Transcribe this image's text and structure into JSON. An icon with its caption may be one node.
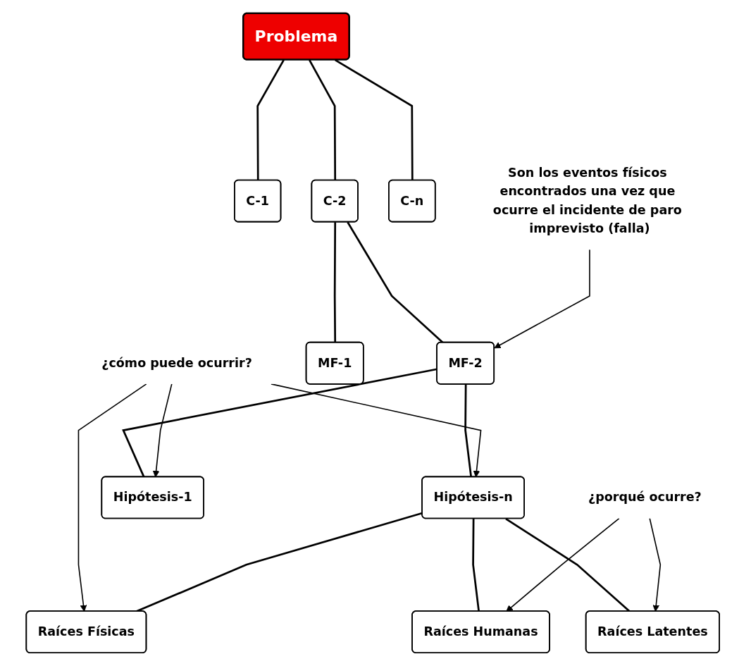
{
  "diagram": {
    "nodes": [
      {
        "text": [
          "Problema"
        ]
      },
      {
        "text": [
          "C-1"
        ]
      },
      {
        "text": [
          "C-2"
        ]
      },
      {
        "text": [
          "C-n"
        ]
      },
      {
        "text": [
          "MF-1"
        ]
      },
      {
        "text": [
          "MF-2"
        ]
      },
      {
        "text": [
          "Son los eventos físicos encontrados una vez que ocurre el incidente de paro imprevisto (falla)"
        ]
      },
      {
        "text": [
          "Hipótesis-1"
        ]
      },
      {
        "text": [
          "Hipótesis-n"
        ]
      },
      {
        "text": [
          "¿cómo puede ocurrir?"
        ]
      },
      {
        "text": [
          "Raíces Físicas"
        ]
      },
      {
        "text": [
          "¿porqué ocurre?"
        ]
      },
      {
        "text": [
          "Raíces Humanas"
        ]
      },
      {
        "text": [
          "Raíces Latentes"
        ]
      }
    ],
    "edges": [
      {
        "from": 0,
        "to": 1,
        "arrow": "none"
      },
      {
        "from": 0,
        "to": 2,
        "arrow": "none"
      },
      {
        "from": 0,
        "to": 3,
        "arrow": "none"
      },
      {
        "from": 2,
        "to": 4,
        "arrow": "none"
      },
      {
        "from": 2,
        "to": 5,
        "arrow": "none"
      },
      {
        "from": 6,
        "to": 5,
        "arrow": "to"
      },
      {
        "from": 5,
        "to": 7,
        "arrow": "none"
      },
      {
        "from": 5,
        "to": 8,
        "arrow": "none"
      },
      {
        "from": 9,
        "to": 7,
        "arrow": "to"
      },
      {
        "from": 9,
        "to": 8,
        "arrow": "to"
      },
      {
        "from": 9,
        "to": 10,
        "arrow": "to"
      },
      {
        "from": 8,
        "to": 10,
        "arrow": "none"
      },
      {
        "from": 8,
        "to": 12,
        "arrow": "none"
      },
      {
        "from": 8,
        "to": 13,
        "arrow": "none"
      },
      {
        "from": 11,
        "to": 12,
        "arrow": "to"
      },
      {
        "from": 11,
        "to": 13,
        "arrow": "to"
      }
    ]
  }
}
